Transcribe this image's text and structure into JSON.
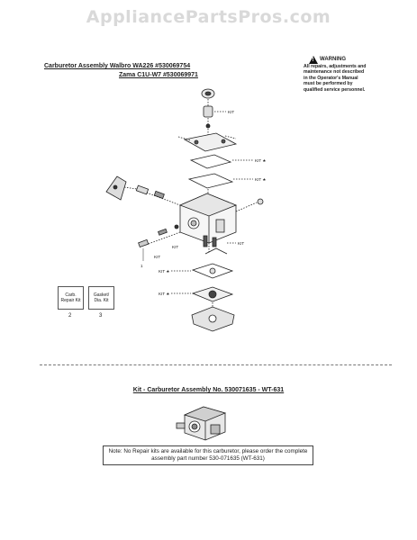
{
  "watermark": "AppliancePartsPros.com",
  "header": {
    "title_line1": "Carburetor Assembly Walbro WA226 #530069754",
    "title_line2": "Zama C1U-W7 #530069971"
  },
  "warning": {
    "heading": "WARNING",
    "text": "All repairs, adjustments and maintenance not described in the Operator's Manual must be performed by qualified service personnel."
  },
  "callouts": {
    "kit": "KIT",
    "kit_star": "KIT  ★",
    "part1": "1"
  },
  "legend": {
    "box2_label": "Carb. Repair Kit",
    "box2_num": "2",
    "box3_label": "Gasket/ Dia. Kit",
    "box3_num": "3"
  },
  "kit_section": {
    "title": "Kit - Carburetor Assembly No. 530071635 - WT-631"
  },
  "note": {
    "text": "Note: No Repair kits are available for this carburetor, please order the complete assembly part number 530-071635 (WT-631)"
  },
  "colors": {
    "ink": "#222222",
    "watermark": "#d9d9d9"
  }
}
